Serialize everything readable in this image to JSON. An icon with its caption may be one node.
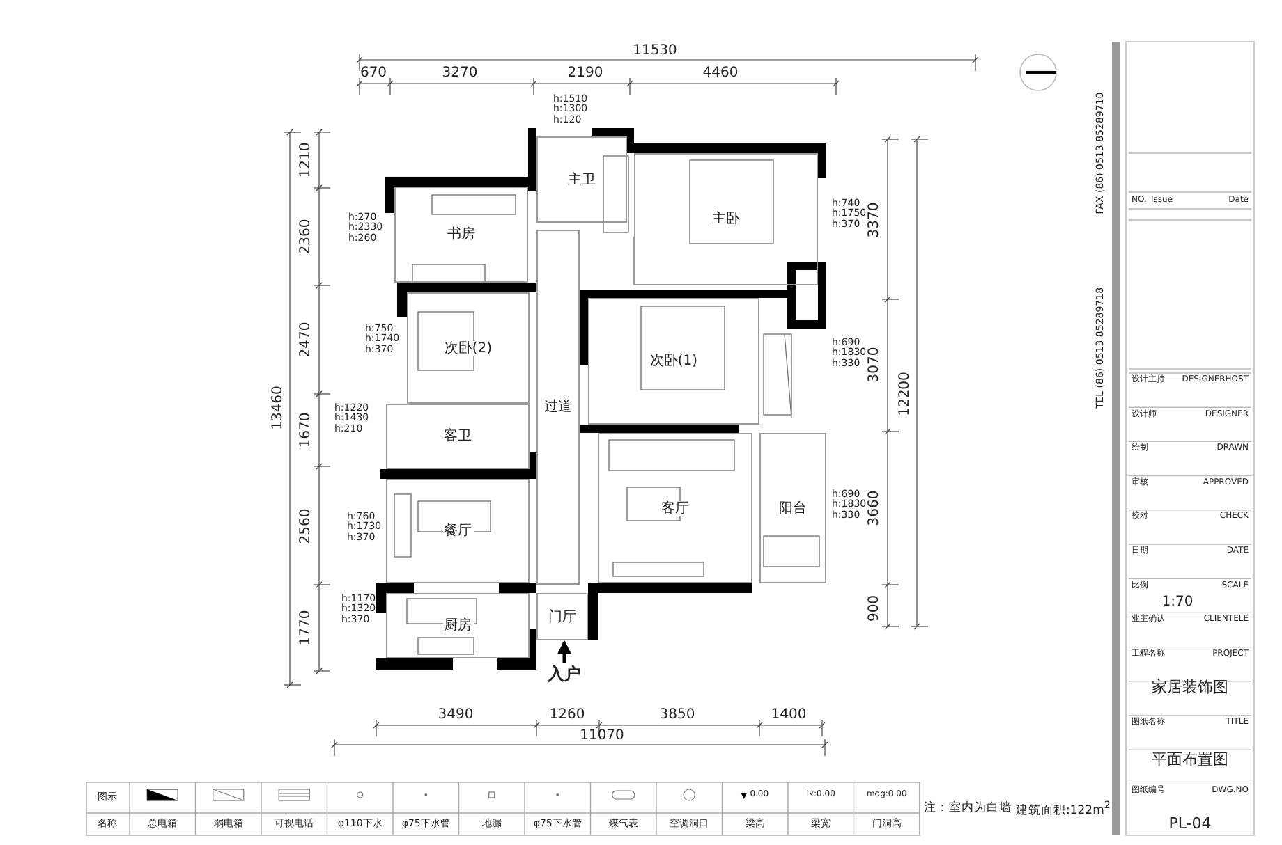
{
  "diagram": {
    "nodes": [
      {
        "text": [
          "书房"
        ]
      },
      {
        "text": [
          "主卫"
        ]
      },
      {
        "text": [
          "主卧"
        ]
      },
      {
        "text": [
          "次卧(2)"
        ]
      },
      {
        "text": [
          "过道"
        ]
      },
      {
        "text": [
          "次卧(1)"
        ]
      },
      {
        "text": [
          "客卫"
        ]
      },
      {
        "text": [
          "餐厅"
        ]
      },
      {
        "text": [
          "客厅"
        ]
      },
      {
        "text": [
          "阳台"
        ]
      },
      {
        "text": [
          "厨房"
        ]
      },
      {
        "text": [
          "门厅"
        ]
      },
      {
        "text": [
          "入户"
        ]
      }
    ],
    "edges": [
      {
        "from": 12,
        "to": 11,
        "arrow": "to"
      }
    ],
    "labels": [
      "11530",
      "670",
      "3270",
      "2190",
      "4460",
      "h:1510 h:1300 h:120",
      "1210",
      "2360",
      "2470",
      "1670",
      "2560",
      "1770",
      "13460",
      "h:270 h:2330 h:260",
      "h:750 h:1740 h:370",
      "h:1220 h:1430 h:210",
      "h:760 h:1730 h:370",
      "h:1170 h:1320 h:370",
      "h:740 h:1750 h:370",
      "3370",
      "h:690 h:1830 h:330",
      "3070",
      "12200",
      "h:690 h:1830 h:330",
      "3660",
      "900",
      "3490",
      "1260",
      "3850",
      "1400",
      "11070",
      "TEL (86) 0513 85289718",
      "FAX (86) 0513 85289710",
      "NO.",
      "Issue",
      "Date",
      "设计主持",
      "DESIGNERHOST",
      "设计师",
      "DESIGNER",
      "绘制",
      "DRAWN",
      "审核",
      "APPROVED",
      "校对",
      "CHECK",
      "日期",
      "DATE",
      "比例",
      "SCALE",
      "1:70",
      "业主确认",
      "CLIENTELE",
      "工程名称",
      "PROJECT",
      "家居装饰图",
      "图纸名称",
      "TITLE",
      "平面布置图",
      "图纸编号",
      "DWG.NO",
      "PL-04",
      "图示",
      "0.00",
      "lk:0.00",
      "mdg:0.00",
      "名称",
      "总电箱",
      "弱电箱",
      "可视电话",
      "φ110下水",
      "φ75下水管",
      "地漏",
      "φ75下水管",
      "煤气表",
      "空调洞口",
      "梁高",
      "梁宽",
      "门洞高",
      "注：室内为白墙",
      "建筑面积:122m$^{2}$"
    ]
  }
}
